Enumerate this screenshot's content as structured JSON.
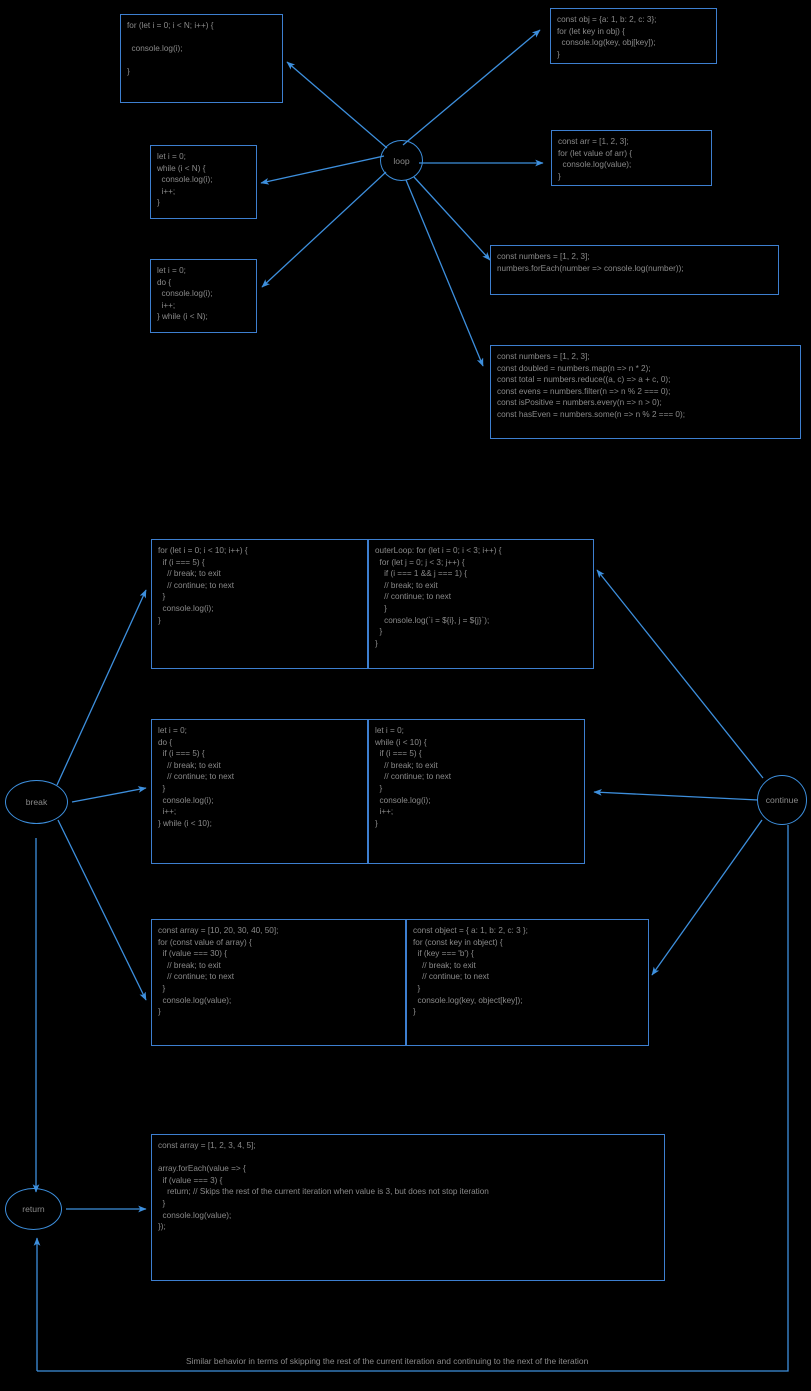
{
  "diagram": {
    "title": "JavaScript loop / break / continue / return diagram",
    "accent_color": "#3d7fd0",
    "node_color": "#3d8fdd",
    "text_color": "#8a8a8a",
    "background": "#000000"
  },
  "nodes": [
    {
      "id": "loop",
      "label": "loop"
    },
    {
      "id": "break",
      "label": "break"
    },
    {
      "id": "continue",
      "label": "continue"
    },
    {
      "id": "return",
      "label": "return"
    }
  ],
  "boxes": {
    "for_basic": "for (let i = 0; i < N; i++) {\n\n  console.log(i);\n\n}",
    "for_in_obj": "const obj = {a: 1, b: 2, c: 3};\nfor (let key in obj) {\n  console.log(key, obj[key]);\n}",
    "while_basic": "let i = 0;\nwhile (i < N) {\n  console.log(i);\n  i++;\n}",
    "for_of_arr": "const arr = [1, 2, 3];\nfor (let value of arr) {\n  console.log(value);\n}",
    "do_while_basic": "let i = 0;\ndo {\n  console.log(i);\n  i++;\n} while (i < N);",
    "for_each": "const numbers = [1, 2, 3];\nnumbers.forEach(number => console.log(number));",
    "array_methods": "const numbers = [1, 2, 3];\nconst doubled = numbers.map(n => n * 2);\nconst total = numbers.reduce((a, c) => a + c, 0);\nconst evens = numbers.filter(n => n % 2 === 0);\nconst isPositive = numbers.every(n => n > 0);\nconst hasEven = numbers.some(n => n % 2 === 0);",
    "for_break": "for (let i = 0; i < 10; i++) {\n  if (i === 5) {\n    // break; to exit\n    // continue; to next\n  }\n  console.log(i);\n}",
    "labeled_nested": "outerLoop: for (let i = 0; i < 3; i++) {\n  for (let j = 0; j < 3; j++) {\n    if (i === 1 && j === 1) {\n    // break; to exit\n    // continue; to next\n    }\n    console.log(`i = ${i}, j = ${j}`);\n  }\n}",
    "do_while_break": "let i = 0;\ndo {\n  if (i === 5) {\n    // break; to exit\n    // continue; to next\n  }\n  console.log(i);\n  i++;\n} while (i < 10);",
    "while_break": "let i = 0;\nwhile (i < 10) {\n  if (i === 5) {\n    // break; to exit\n    // continue; to next\n  }\n  console.log(i);\n  i++;\n}",
    "for_of_break": "const array = [10, 20, 30, 40, 50];\nfor (const value of array) {\n  if (value === 30) {\n    // break; to exit\n    // continue; to next\n  }\n  console.log(value);\n}",
    "for_in_break": "const object = { a: 1, b: 2, c: 3 };\nfor (const key in object) {\n  if (key === 'b') {\n    // break; to exit\n    // continue; to next\n  }\n  console.log(key, object[key]);\n}",
    "return_foreach": "const array = [1, 2, 3, 4, 5];\n\narray.forEach(value => {\n  if (value === 3) {\n    return; // Skips the rest of the current iteration when value is 3, but does not stop iteration\n  }\n  console.log(value);\n});"
  },
  "caption": {
    "bottom": "Similar behavior in terms of skipping the rest of the current iteration and continuing to the next of the iteration"
  }
}
